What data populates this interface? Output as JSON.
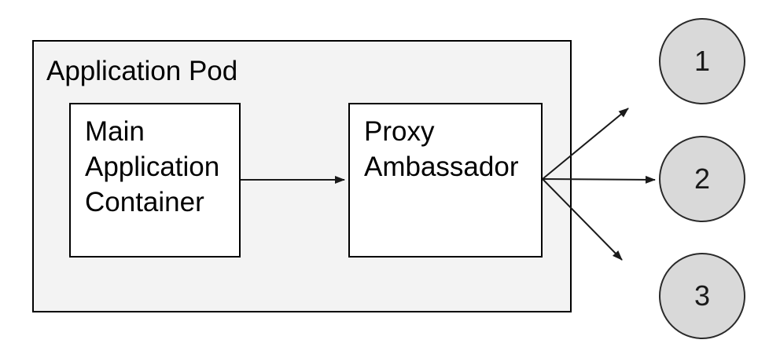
{
  "diagram": {
    "pod": {
      "label": "Application Pod"
    },
    "nodes": {
      "main_container": {
        "label": "Main\nApplication\nContainer"
      },
      "proxy_ambassador": {
        "label": "Proxy\nAmbassador"
      }
    },
    "endpoints": [
      {
        "label": "1"
      },
      {
        "label": "2"
      },
      {
        "label": "3"
      }
    ],
    "connections": [
      {
        "from": "main_container",
        "to": "proxy_ambassador"
      },
      {
        "from": "proxy_ambassador",
        "to": "endpoint-1"
      },
      {
        "from": "proxy_ambassador",
        "to": "endpoint-2"
      },
      {
        "from": "proxy_ambassador",
        "to": "endpoint-3"
      }
    ],
    "colors": {
      "pod_fill": "#f3f3f3",
      "pod_stroke": "#000000",
      "node_fill": "#ffffff",
      "node_stroke": "#000000",
      "endpoint_fill": "#d9d9d9",
      "endpoint_stroke": "#2a2a2a",
      "arrow": "#1a1a1a",
      "text": "#000000"
    }
  }
}
